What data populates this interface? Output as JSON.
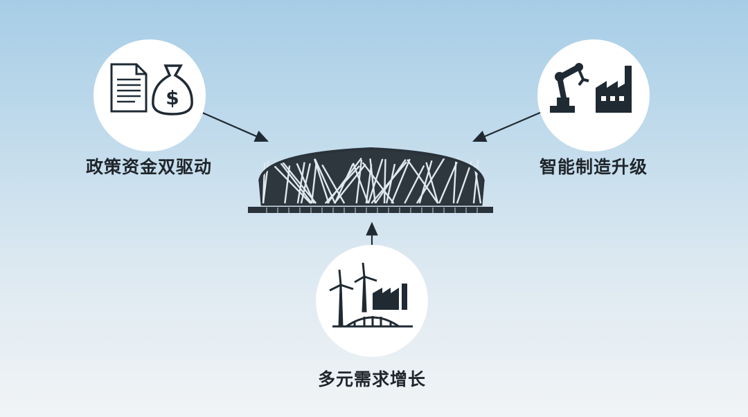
{
  "nodes": {
    "left": {
      "label": "政策资金双驱动",
      "icons": [
        "document-icon",
        "money-bag-icon"
      ]
    },
    "right": {
      "label": "智能制造升级",
      "icons": [
        "robot-arm-icon",
        "factory-icon"
      ]
    },
    "bottom": {
      "label": "多元需求增长",
      "icons": [
        "wind-turbine-icon",
        "factory-icon",
        "bridge-icon"
      ]
    }
  },
  "center": {
    "icon": "stadium-icon"
  },
  "colors": {
    "ink": "#1f2a33",
    "circle": "#ffffff"
  }
}
